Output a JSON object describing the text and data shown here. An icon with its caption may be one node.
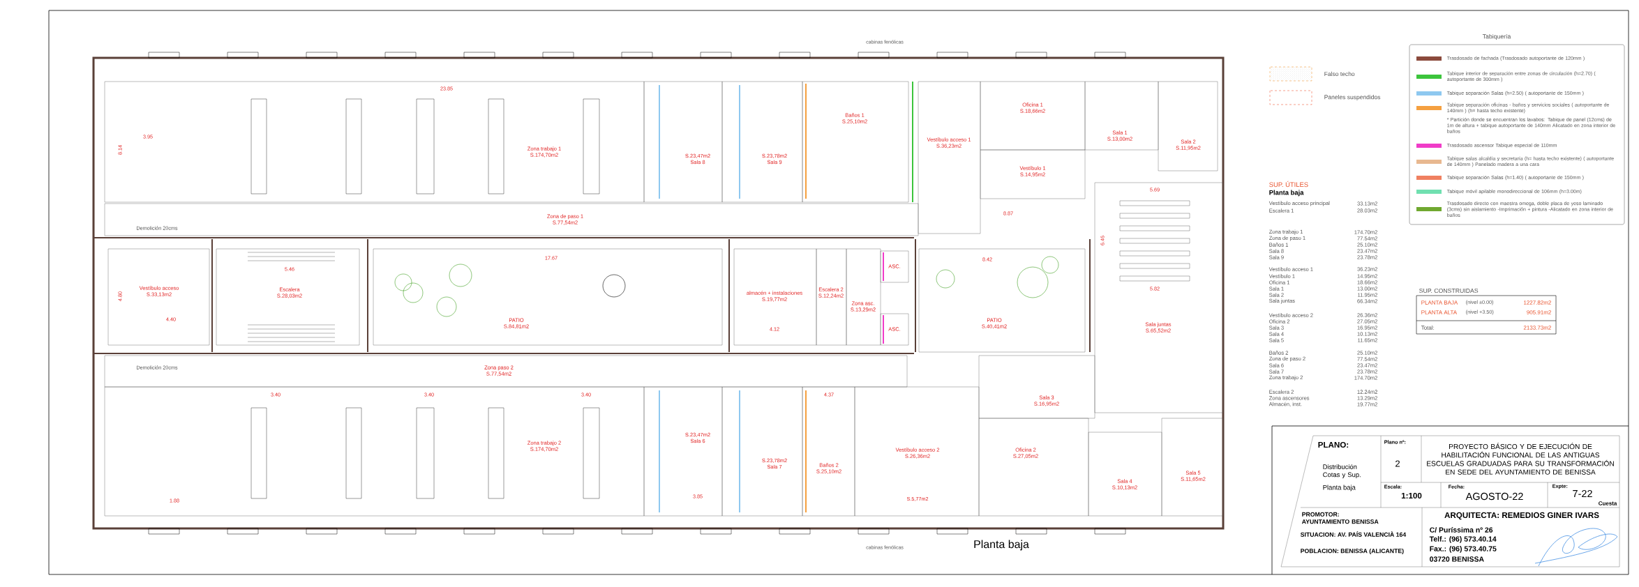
{
  "diagram": {
    "nodes": [
      {
        "text": [
          "Zona trabajo 1",
          "S.174,70m2"
        ]
      },
      {
        "text": [
          "S.23,47m2",
          "Sala 8"
        ]
      },
      {
        "text": [
          "S.23,78m2",
          "Sala 9"
        ]
      },
      {
        "text": [
          "Baños 1",
          "S.25,10m2"
        ]
      },
      {
        "text": [
          "Vestíbulo acceso 1",
          "S.36,23m2"
        ]
      },
      {
        "text": [
          "Oficina 1",
          "S.18,66m2"
        ]
      },
      {
        "text": [
          "Sala 1",
          "S.13,00m2"
        ]
      },
      {
        "text": [
          "Sala 2",
          "S.11,95m2"
        ]
      },
      {
        "text": [
          "Vestíbulo 1",
          "S.14,95m2"
        ]
      },
      {
        "text": [
          "Zona de paso 1",
          "S.77,54m2"
        ]
      },
      {
        "text": [
          "Vestíbulo acceso",
          "S.33,13m2"
        ]
      },
      {
        "text": [
          "Escalera",
          "S.28,03m2"
        ]
      },
      {
        "text": [
          "PATIO",
          "S.84,81m2"
        ]
      },
      {
        "text": [
          "almacén + instalaciones",
          "S.19,77m2"
        ]
      },
      {
        "text": [
          "Escalera 2",
          "S.12,24m2"
        ]
      },
      {
        "text": [
          "Zona asc.",
          "S.13,29m2"
        ]
      },
      {
        "text": [
          "ASC."
        ]
      },
      {
        "text": [
          "ASC."
        ]
      },
      {
        "text": [
          "PATIO",
          "S.40,41m2"
        ]
      },
      {
        "text": [
          "Sala juntas",
          "S.65,52m2"
        ]
      },
      {
        "text": [
          "Zona paso 2",
          "S.77,54m2"
        ]
      },
      {
        "text": [
          "Zona trabajo 2",
          "S.174,70m2"
        ]
      },
      {
        "text": [
          "S.23,47m2",
          "Sala 6"
        ]
      },
      {
        "text": [
          "S.23,78m2",
          "Sala 7"
        ]
      },
      {
        "text": [
          "Baños 2",
          "S.25,10m2"
        ]
      },
      {
        "text": [
          "Vestíbulo acceso 2",
          "S.26,36m2"
        ]
      },
      {
        "text": [
          "Sala 3",
          "S.16,95m2"
        ]
      },
      {
        "text": [
          "Oficina 2",
          "S.27,05m2"
        ]
      },
      {
        "text": [
          "Sala 4",
          "S.10,13m2"
        ]
      },
      {
        "text": [
          "Sala 5",
          "S.11,65m2"
        ]
      }
    ],
    "labels": [
      "cabinas fenólicas",
      "23.85",
      "3.95",
      "8.14",
      "Demolición 20cms",
      "17.67",
      "5.46",
      "4.40",
      "4.80",
      "4.12",
      "8.42",
      "8.87",
      "5.69",
      "5.82",
      "6.46",
      "Demolición 20cms",
      "3.40",
      "3.40",
      "3.40",
      "1.88",
      "3.85",
      "4.37",
      "S.5,77m2",
      "cabinas fenólicas",
      "Planta baja",
      "Tabiquería",
      "* Partición donde se encuentran los lavabos: Tabique de panel (12cms) de 1m de altura + tabique autoportante de 140mm Alicatado en zona interior de baños",
      "SUP. ÚTILES",
      "Planta baja",
      "Vestíbulo acceso principal",
      "33.13m2",
      "Escalera 1",
      "28.03m2",
      "Zona trabajo 1",
      "174.70m2",
      "Zona de paso 1",
      "77.54m2",
      "Baños 1",
      "25.10m2",
      "Sala 8",
      "23.47m2",
      "Sala 9",
      "23.78m2",
      "Vestíbulo acceso 1",
      "36.23m2",
      "Vestíbulo 1",
      "14.95m2",
      "Oficina 1",
      "18.66m2",
      "Sala 1",
      "13.00m2",
      "Sala 2",
      "11.95m2",
      "Sala juntas",
      "66.34m2",
      "Vestíbulo acceso 2",
      "26.36m2",
      "Oficina 2",
      "27.05m2",
      "Sala 3",
      "16.95m2",
      "Sala 4",
      "10.13m2",
      "Sala 5",
      "11.65m2",
      "Baños 2",
      "25.10m2",
      "Zona de paso 2",
      "77.54m2",
      "Sala 6",
      "23.47m2",
      "Sala 7",
      "23.78m2",
      "Zona trabajo 2",
      "174.70m2",
      "Escalera 2",
      "12.24m2",
      "Zona ascensores",
      "13.29m2",
      "Almacén, inst.",
      "19.77m2",
      "SUP. CONSTRUIDAS",
      "PLANTA BAJA",
      "(nivel ±0.00)",
      "1227.82m2",
      "PLANTA ALTA",
      "(nivel +3.50)",
      "905.91m2",
      "Total:",
      "2133.73m2",
      "PLANO:",
      "Distribución Cotas y Sup.",
      "Planta baja",
      "Plano nº:",
      "2",
      "PROYECTO BÁSICO Y DE EJECUCIÓN DE HABILITACIÓN FUNCIONAL DE LAS ANTIGUAS ESCUELAS GRADUADAS PARA SU TRANSFORMACIÓN EN SEDE DEL AYUNTAMIENTO DE BENISSA",
      "Escala:",
      "1:100",
      "Fecha:",
      "AGOSTO-22",
      "Expte:",
      "7-22",
      "Cuesta",
      "PROMOTOR: AYUNTAMIENTO BENISSA",
      "SITUACION: AV. PAÍS VALENCIÀ 164",
      "POBLACION: BENISSA (ALICANTE)",
      "ARQUITECTA: REMEDIOS GINER IVARS",
      "C/ Puríssima nº 26",
      "Telf.: (96) 573.40.14",
      "Fax.: (96) 573.40.75",
      "03720 BENISSA"
    ],
    "legend": [
      {
        "text": "Falso techo"
      },
      {
        "text": "Paneles suspendidos"
      },
      {
        "text": "Trasdosado de fachada (Trasdosado autoportante de 120mm )",
        "color": "#8b4a3c"
      },
      {
        "text": "Tabique interior de separación entre zonas de circulación (h=2.70) ( autoportante de 300mm )",
        "color": "#3cc43c"
      },
      {
        "text": "Tabique separación Salas (h=2.50) ( autoportante de 150mm )",
        "color": "#8ec8f0"
      },
      {
        "text": "Tabique separación oficinas - baños y servicios sociales ( autoportante de 140mm ) (h= hasta techo existente)",
        "color": "#f5a040"
      },
      {
        "text": "Trasdosado ascensor Tabique especial de 110mm",
        "color": "#f03cc8"
      },
      {
        "text": "Tabique salas alcaldía y secretaría (h= hasta techo existente) ( autoportante de 140mm ) Panelado madera a una cara",
        "color": "#e8b890"
      },
      {
        "text": "Tabique separación Salas (h=1.40) ( autoportante de 150mm )",
        "color": "#f08060"
      },
      {
        "text": "Tabique móvil apilable monodireccional de 106mm (h=3.00m)",
        "color": "#70e0b0"
      },
      {
        "text": "Trasdosado directo con maestra omega, doble placa de yeso laminado (3cms) sin aislamiento -Imprimación + pintura -Alicatado en zona interior de baños",
        "color": "#70a830"
      }
    ]
  }
}
